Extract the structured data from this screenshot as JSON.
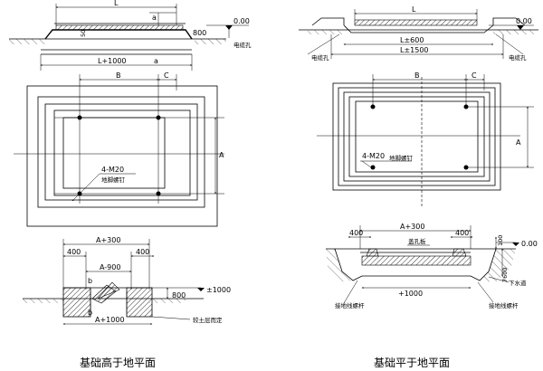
{
  "left": {
    "top_view": {
      "dim_L": "L",
      "dim_a": "a",
      "zero": "0.00",
      "dim_50": "50",
      "dim_800": "800",
      "cable_hole": "电缆孔",
      "dim_L1000": "L+1000",
      "dim_a2": "a"
    },
    "plan": {
      "dim_B": "B",
      "dim_C": "C",
      "dim_A": "A",
      "bolts": "4-M20",
      "bolts_sub": "地脚螺钉"
    },
    "section": {
      "dim_A300": "A+300",
      "dim_400a": "400",
      "dim_400b": "400",
      "dim_A900": "A-900",
      "dim_800": "800",
      "dim_pm1000": "±1000",
      "b1": "b",
      "b2": "b",
      "dim_A1000": "A+1000",
      "soil": "较土层而定"
    },
    "caption": "基础高于地平面"
  },
  "right": {
    "top_view": {
      "dim_L": "L",
      "zero": "0.00",
      "dim_L600": "L±600",
      "dim_L1500": "L±1500",
      "cable_hole_l": "电缆孔",
      "cable_hole_r": "电缆孔"
    },
    "plan": {
      "dim_B": "B",
      "dim_C": "C",
      "dim_A": "A",
      "bolts": "4-M20",
      "bolts_sub": "地脚螺钉"
    },
    "section": {
      "dim_A300": "A+300",
      "dim_400a": "400",
      "dim_400b": "400",
      "cover_plate": "盖孔板",
      "dim_100": "100",
      "dim_7600": "7600",
      "zero": "0.00",
      "drain": "下水道",
      "dim_1000": "+1000",
      "ground_left": "接地线螺杆",
      "ground_right": "接地线螺杆"
    },
    "caption": "基础平于地平面"
  }
}
